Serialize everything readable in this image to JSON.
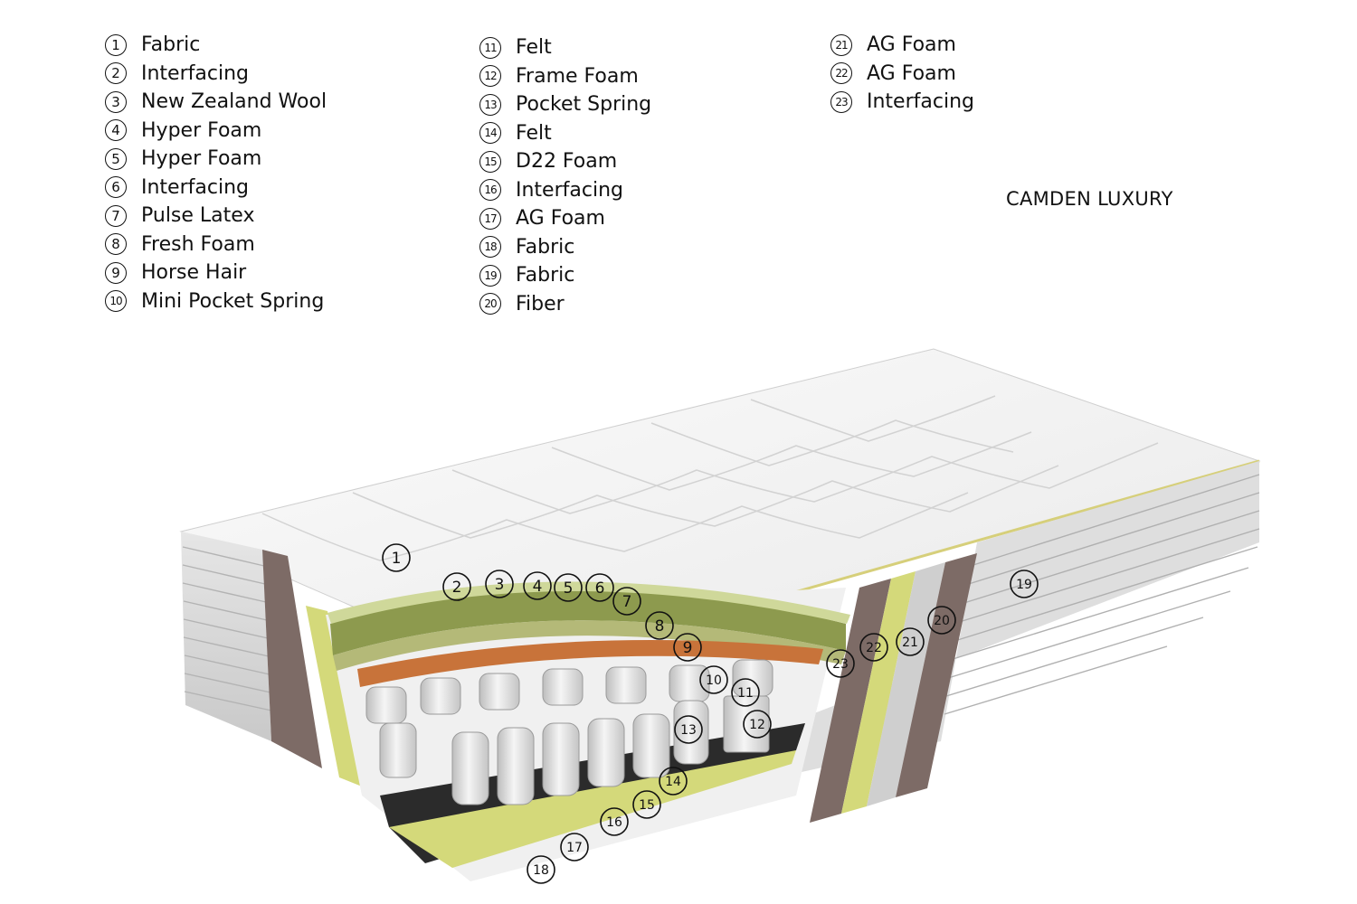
{
  "product_title": "CAMDEN LUXURY",
  "legend": [
    {
      "num": "1",
      "label": "Fabric"
    },
    {
      "num": "2",
      "label": "Interfacing"
    },
    {
      "num": "3",
      "label": "New Zealand Wool"
    },
    {
      "num": "4",
      "label": "Hyper Foam"
    },
    {
      "num": "5",
      "label": "Hyper Foam"
    },
    {
      "num": "6",
      "label": "Interfacing"
    },
    {
      "num": "7",
      "label": "Pulse Latex"
    },
    {
      "num": "8",
      "label": "Fresh Foam"
    },
    {
      "num": "9",
      "label": "Horse Hair"
    },
    {
      "num": "10",
      "label": "Mini Pocket Spring"
    },
    {
      "num": "11",
      "label": "Felt"
    },
    {
      "num": "12",
      "label": "Frame Foam"
    },
    {
      "num": "13",
      "label": "Pocket Spring"
    },
    {
      "num": "14",
      "label": "Felt"
    },
    {
      "num": "15",
      "label": "D22 Foam"
    },
    {
      "num": "16",
      "label": "Interfacing"
    },
    {
      "num": "17",
      "label": "AG Foam"
    },
    {
      "num": "18",
      "label": "Fabric"
    },
    {
      "num": "19",
      "label": "Fabric"
    },
    {
      "num": "20",
      "label": "Fiber"
    },
    {
      "num": "21",
      "label": "AG Foam"
    },
    {
      "num": "22",
      "label": "AG Foam"
    },
    {
      "num": "23",
      "label": "Interfacing"
    }
  ],
  "callouts": [
    "1",
    "2",
    "3",
    "4",
    "5",
    "6",
    "7",
    "8",
    "9",
    "10",
    "11",
    "12",
    "13",
    "14",
    "15",
    "16",
    "17",
    "18",
    "19",
    "20",
    "21",
    "22",
    "23"
  ],
  "colors": {
    "fabric_top": "#f2f2f2",
    "fabric_side": "#d9d9d9",
    "fiber": "#7d6b66",
    "ag_foam": "#d4d97a",
    "latex": "#8d9a4e",
    "horse_hair": "#c8733a",
    "felt": "#2b2b2b",
    "spring": "#e6e6e6"
  }
}
